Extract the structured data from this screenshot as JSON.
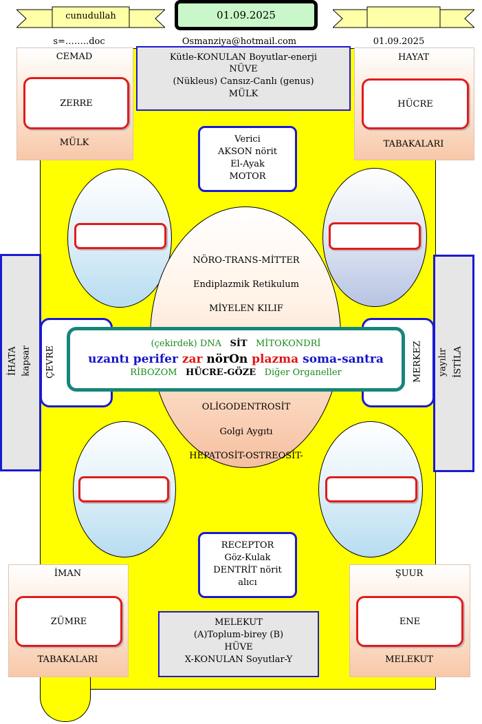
{
  "header": {
    "left_ribbon": "cunudullah",
    "date_box": "01.09.2025",
    "file_name": "s=……..doc",
    "email": "Osmanziya@hotmail.com",
    "date_right": "01.09.2025"
  },
  "top_center_box": {
    "line1": "Kütle-KONULAN Boyutlar-enerji",
    "line2": "NÜVE",
    "line3": "(Nükleus) Cansız-Canlı (genus)",
    "line4": "MÜLK"
  },
  "corners": {
    "top_left": {
      "top": "CEMAD",
      "inner": "ZERRE",
      "bottom": "MÜLK"
    },
    "top_right": {
      "top": "HAYAT",
      "inner": "HÜCRE",
      "bottom": "TABAKALARI"
    },
    "bottom_left": {
      "top": "İMAN",
      "inner": "ZÜMRE",
      "bottom": "TABAKALARI"
    },
    "bottom_right": {
      "top": "ŞUUR",
      "inner": "ENE",
      "bottom": "MELEKUT"
    }
  },
  "axon_box": {
    "line1": "Verici",
    "line2": "AKSON nörit",
    "line3": "El-Ayak",
    "line4": "MOTOR"
  },
  "receptor_box": {
    "line1": "RECEPTOR",
    "line2": "Göz-Kulak",
    "line3": "DENTRİT  nörit",
    "line4": "alıcı"
  },
  "bottom_center_box": {
    "line1": "MELEKUT",
    "line2": "(A)Toplum-birey (B)",
    "line3": "HÜVE",
    "line4": "X-KONULAN Soyutlar-Y"
  },
  "center_oval": {
    "upper": [
      "NÖRO-TRANS-MİTTER",
      "Endiplazmik Retikulum",
      "MİYELEN KILIF"
    ],
    "lower": [
      "OLİGODENTROSİT",
      "Golgi Aygıtı",
      "HEPATOSİT-OSTREOSİT-"
    ]
  },
  "side_labels": {
    "left_outer": {
      "line1": "İHATA",
      "line2": "kapsar"
    },
    "left_inner": "ÇEVRE",
    "right_inner": "MERKEZ",
    "right_outer": {
      "line1": "yayılır",
      "line2": "İSTİLA"
    }
  },
  "main_box": {
    "row1": {
      "a": "(çekirdek) DNA",
      "b": "SİT",
      "c": "MİTOKONDRİ"
    },
    "row2": {
      "a": "uzantı perifer",
      "b": "zar",
      "c": "nörOn",
      "d": "plazma",
      "e": "soma-santra"
    },
    "row3": {
      "a": "RİBOZOM",
      "b": "HÜCRE-GÖZE",
      "c": "Diğer Organeller"
    }
  },
  "colors": {
    "yellow": "#ffff00",
    "blue_border": "#1a1ad0",
    "red_border": "#e21b1b",
    "teal_border": "#17857a",
    "green_text": "#1a8a1a"
  }
}
